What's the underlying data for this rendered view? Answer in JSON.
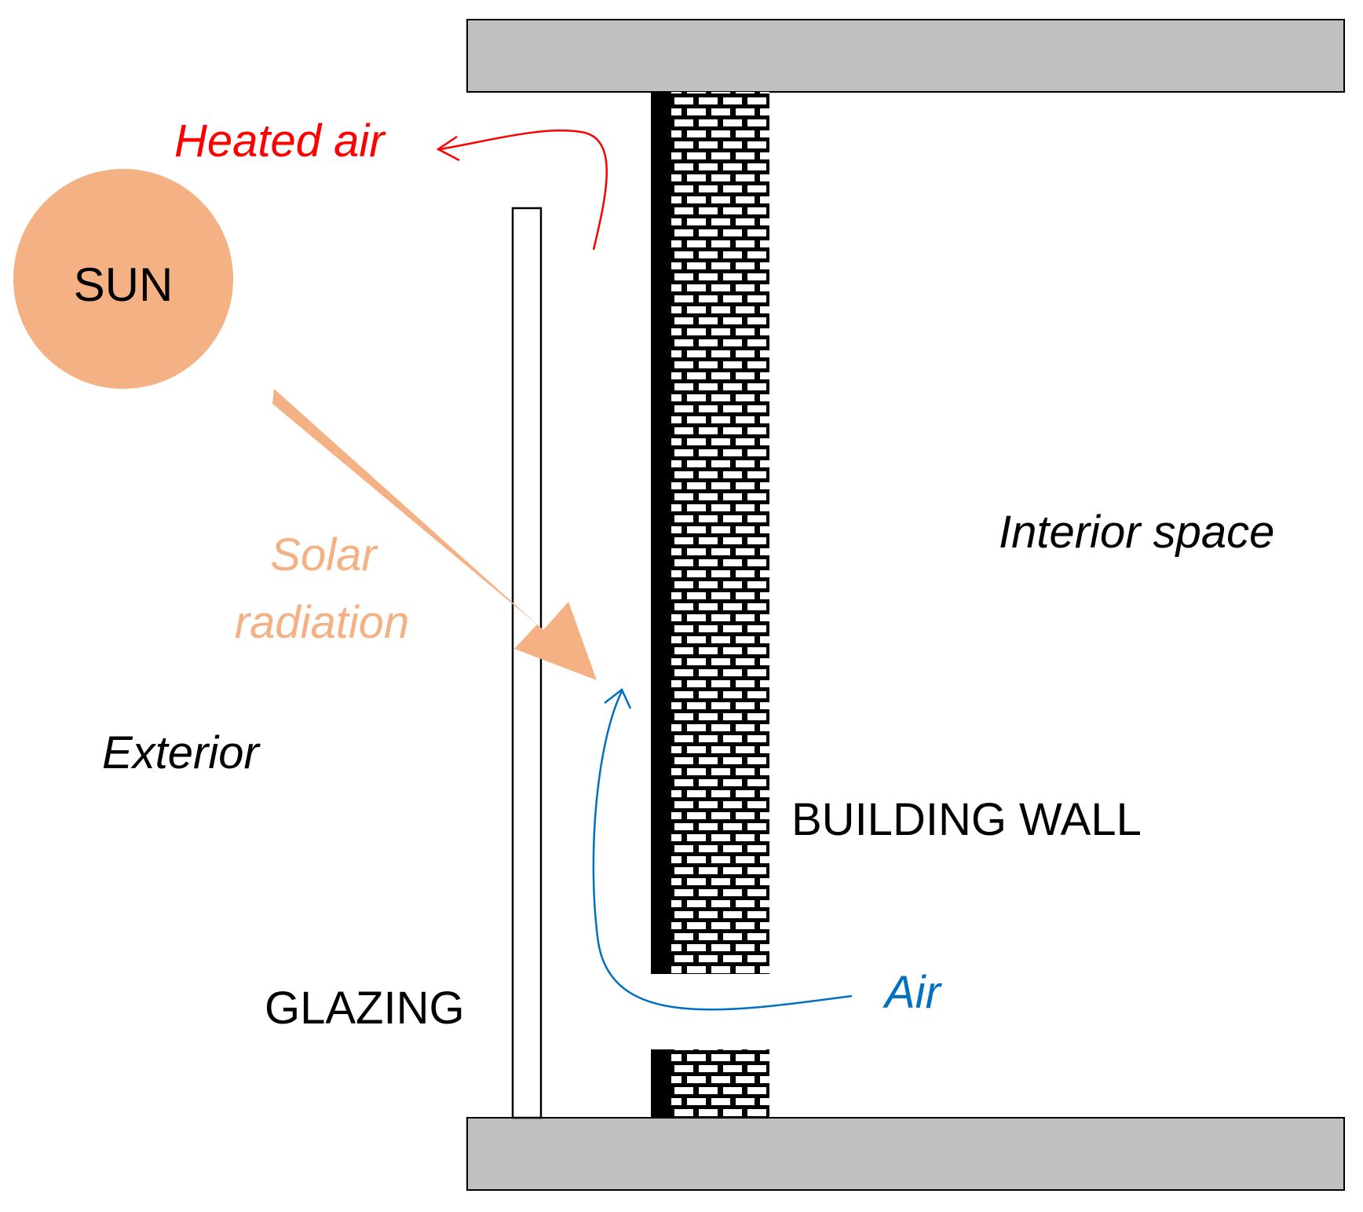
{
  "labels": {
    "sun": "SUN",
    "heated_air": "Heated air",
    "solar_line1": "Solar",
    "solar_line2": "radiation",
    "interior": "Interior space",
    "exterior": "Exterior",
    "building_wall": "BUILDING WALL",
    "glazing": "GLAZING",
    "air": "Air"
  },
  "colors": {
    "sun": "#F4B183",
    "heated_air": "#FF0000",
    "air": "#0070C0",
    "slab": "#C0C0C0",
    "brick": "#000000",
    "text": "#000000"
  }
}
